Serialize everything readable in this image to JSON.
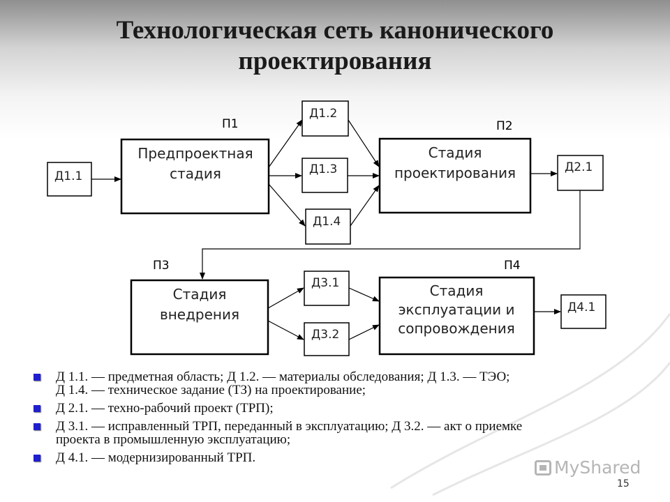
{
  "title": {
    "line1": "Технологическая сеть канонического",
    "line2": "проектирования"
  },
  "diagram": {
    "phase_labels": {
      "p1": "П1",
      "p2": "П2",
      "p3": "П3",
      "p4": "П4"
    },
    "stages": {
      "s1": [
        "Предпроектная",
        "стадия"
      ],
      "s2": [
        "Стадия",
        "проектирования"
      ],
      "s3": [
        "Стадия",
        "внедрения"
      ],
      "s4": [
        "Стадия",
        "эксплуатации и",
        "сопровождения"
      ]
    },
    "docs": {
      "d11": "Д1.1",
      "d12": "Д1.2",
      "d13": "Д1.3",
      "d14": "Д1.4",
      "d21": "Д2.1",
      "d31": "Д3.1",
      "d32": "Д3.2",
      "d41": "Д4.1"
    }
  },
  "legend": [
    {
      "line1": "Д 1.1. — предметная область; Д 1.2. — материалы обследования; Д 1.3. — ТЭО;",
      "line2": "Д 1.4. — техническое задание (ТЗ) на проектирование;"
    },
    {
      "line1": "Д 2.1. — техно-рабочий проект (ТРП);",
      "line2": ""
    },
    {
      "line1": "Д 3.1. — исправленный ТРП, переданный в эксплуатацию; Д 3.2. — акт о приемке",
      "line2": "проекта в промышленную эксплуатацию;"
    },
    {
      "line1": "Д 4.1. — модернизированный ТРП.",
      "line2": ""
    }
  ],
  "watermark": "MyShared",
  "page_number": "15",
  "colors": {
    "bullet": "#1f1fcf",
    "watermark": "#b5b5b5"
  }
}
